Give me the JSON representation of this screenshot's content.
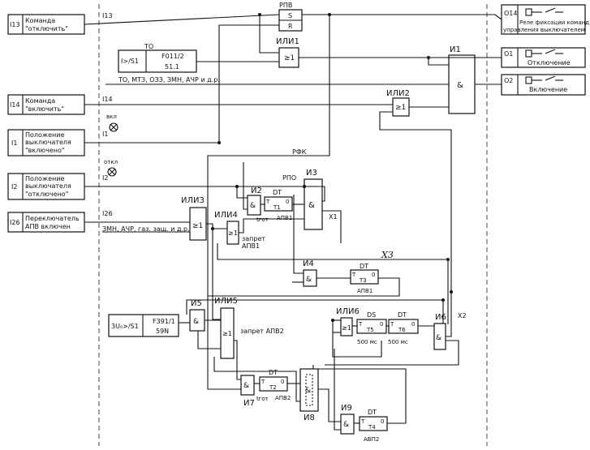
{
  "inputs": {
    "i13": {
      "code": "I13",
      "text1": "Команда",
      "text2": "\"отключить\""
    },
    "i14": {
      "code": "I14",
      "text1": "Команда",
      "text2": "\"включить\""
    },
    "i1": {
      "code": "I1",
      "text1": "Положение",
      "text2": "выключателя",
      "text3": "\"включено\""
    },
    "i2": {
      "code": "I2",
      "text1": "Положение",
      "text2": "выключателя",
      "text3": "\"отключено\""
    },
    "i26": {
      "code": "I26",
      "text1": "Переключатель",
      "text2": "АПВ включен"
    }
  },
  "wire_labels": {
    "i13": "I13",
    "i14": "I14",
    "i1": "I1",
    "i2": "I2",
    "i26": "I26",
    "vkl": "вкл",
    "otkl": "откл",
    "rpv": "РПВ",
    "rfk": "РФК",
    "rpo": "РПО",
    "x1": "X1",
    "x2": "X2",
    "x3": "X3"
  },
  "outputs": {
    "o14": {
      "code": "O14",
      "text1": "Реле фиксации команд",
      "text2": "управления выключателем"
    },
    "o1": {
      "code": "O1",
      "text": "Отключение"
    },
    "o2": {
      "code": "O2",
      "text": "Включение"
    }
  },
  "protection": {
    "title": "ТО",
    "setting": "I>/S1",
    "code": "F011/2",
    "ansi": "51.1",
    "list": "ТО, МТЗ, ОЗЗ, ЗМН, АЧР и д.р."
  },
  "voltage": {
    "setting": "3U₀>/S1",
    "code": "F391/1",
    "ansi": "59N"
  },
  "misc_text": {
    "il3_inputs": "ЗМН, АЧР, газ. защ. и д.р.",
    "zapret_apv1_a": "запрет",
    "zapret_apv1_b": "АПВ1",
    "zapret_apv2": "запрет АПВ2"
  },
  "gates": {
    "rpv": {
      "s": "S",
      "r": "R"
    },
    "or_sym": "≥1",
    "and_sym": "&",
    "or1": "ИЛИ1",
    "or2": "ИЛИ2",
    "or3": "ИЛИ3",
    "or4": "ИЛИ4",
    "or5": "ИЛИ5",
    "or6": "ИЛИ6",
    "and1": "И1",
    "and2": "И2",
    "and3": "И3",
    "and4": "И4",
    "and5": "И5",
    "and6": "И6",
    "and7": "И7",
    "and8": "И8",
    "and9": "И9"
  },
  "timers": {
    "dt": "DT",
    "ds": "DS",
    "t": "T",
    "zero": "0",
    "t1": "T1",
    "t2": "T2",
    "t3": "T3",
    "t4": "T4",
    "t5": "T5",
    "t6": "T6",
    "apv1": "АПВ1",
    "apv2": "АПВ2",
    "avp2": "АВП2",
    "tgot": "tгот",
    "ms500a": "500 мс",
    "ms500b": "500 мс"
  }
}
